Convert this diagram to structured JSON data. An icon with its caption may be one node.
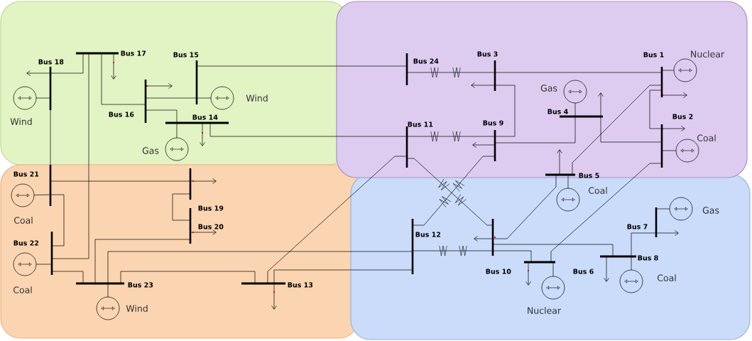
{
  "diagram": {
    "nodes": [
      {
        "text": [
          "Bus 18"
        ]
      },
      {
        "text": [
          "Bus 17"
        ]
      },
      {
        "text": [
          "Bus 15"
        ]
      },
      {
        "text": [
          "Bus 16"
        ]
      },
      {
        "text": [
          "Bus 14"
        ]
      },
      {
        "text": [
          "Bus 24"
        ]
      },
      {
        "text": [
          "Bus 3"
        ]
      },
      {
        "text": [
          "Bus 1"
        ]
      },
      {
        "text": [
          "Bus 4"
        ]
      },
      {
        "text": [
          "Bus 11"
        ]
      },
      {
        "text": [
          "Bus 9"
        ]
      },
      {
        "text": [
          "Bus 2"
        ]
      },
      {
        "text": [
          "Bus 5"
        ]
      },
      {
        "text": [
          "Bus 21"
        ]
      },
      {
        "text": [
          "Bus 19"
        ]
      },
      {
        "text": [
          "Bus 20"
        ]
      },
      {
        "text": [
          "Bus 22"
        ]
      },
      {
        "text": [
          "Bus 12"
        ]
      },
      {
        "text": [
          "Bus 7"
        ]
      },
      {
        "text": [
          "Bus 10"
        ]
      },
      {
        "text": [
          "Bus 6"
        ]
      },
      {
        "text": [
          "Bus 8"
        ]
      },
      {
        "text": [
          "Bus 23"
        ]
      },
      {
        "text": [
          "Bus 13"
        ]
      },
      {
        "text": [],
        "shape": "circle",
        "beside": [
          "Wind"
        ]
      },
      {
        "text": [],
        "shape": "circle",
        "beside": [
          "Wind"
        ]
      },
      {
        "text": [],
        "shape": "circle",
        "beside": [
          "Gas"
        ]
      },
      {
        "text": [],
        "shape": "circle",
        "beside": [
          "Nuclear"
        ]
      },
      {
        "text": [],
        "shape": "circle",
        "beside": [
          "Gas"
        ]
      },
      {
        "text": [],
        "shape": "circle",
        "beside": [
          "Coal"
        ]
      },
      {
        "text": [],
        "shape": "circle",
        "beside": [
          "Coal"
        ]
      },
      {
        "text": [],
        "shape": "circle",
        "beside": [
          "Coal"
        ]
      },
      {
        "text": [],
        "shape": "circle",
        "beside": [
          "Coal"
        ]
      },
      {
        "text": [],
        "shape": "circle",
        "beside": [
          "Gas"
        ]
      },
      {
        "text": [],
        "shape": "circle",
        "beside": [
          "Nuclear"
        ]
      },
      {
        "text": [],
        "shape": "circle",
        "beside": [
          "Coal"
        ]
      },
      {
        "text": [],
        "shape": "circle",
        "beside": [
          "Wind"
        ]
      }
    ],
    "edges": [
      {
        "from": 0,
        "to": 24,
        "arrow": "none"
      },
      {
        "from": 2,
        "to": 25,
        "arrow": "none"
      },
      {
        "from": 4,
        "to": 26,
        "arrow": "none"
      },
      {
        "from": 7,
        "to": 27,
        "arrow": "none"
      },
      {
        "from": 8,
        "to": 28,
        "arrow": "none"
      },
      {
        "from": 11,
        "to": 29,
        "arrow": "none"
      },
      {
        "from": 12,
        "to": 30,
        "arrow": "none"
      },
      {
        "from": 13,
        "to": 31,
        "arrow": "none"
      },
      {
        "from": 16,
        "to": 32,
        "arrow": "none"
      },
      {
        "from": 18,
        "to": 33,
        "arrow": "none"
      },
      {
        "from": 20,
        "to": 34,
        "arrow": "none"
      },
      {
        "from": 21,
        "to": 35,
        "arrow": "none"
      },
      {
        "from": 22,
        "to": 36,
        "arrow": "none"
      },
      {
        "from": 0,
        "to": 1,
        "arrow": "none"
      },
      {
        "from": 0,
        "to": 13,
        "arrow": "none"
      },
      {
        "from": 1,
        "to": 3,
        "arrow": "none"
      },
      {
        "from": 1,
        "to": 16,
        "arrow": "none"
      },
      {
        "from": 3,
        "to": 2,
        "arrow": "none"
      },
      {
        "from": 3,
        "to": 4,
        "arrow": "none"
      },
      {
        "from": 2,
        "to": 5,
        "arrow": "none"
      },
      {
        "from": 4,
        "to": 9,
        "arrow": "none"
      },
      {
        "from": 5,
        "to": 6,
        "arrow": "none"
      },
      {
        "from": 6,
        "to": 7,
        "arrow": "none"
      },
      {
        "from": 6,
        "to": 10,
        "arrow": "none"
      },
      {
        "from": 9,
        "to": 10,
        "arrow": "none"
      },
      {
        "from": 10,
        "to": 8,
        "arrow": "none"
      },
      {
        "from": 8,
        "to": 11,
        "arrow": "none"
      },
      {
        "from": 7,
        "to": 11,
        "arrow": "none"
      },
      {
        "from": 7,
        "to": 12,
        "arrow": "none"
      },
      {
        "from": 11,
        "to": 20,
        "arrow": "none"
      },
      {
        "from": 9,
        "to": 23,
        "arrow": "none"
      },
      {
        "from": 9,
        "to": 19,
        "arrow": "none"
      },
      {
        "from": 10,
        "to": 17,
        "arrow": "none"
      },
      {
        "from": 13,
        "to": 14,
        "arrow": "none"
      },
      {
        "from": 13,
        "to": 16,
        "arrow": "none"
      },
      {
        "from": 14,
        "to": 15,
        "arrow": "none"
      },
      {
        "from": 15,
        "to": 22,
        "arrow": "none"
      },
      {
        "from": 16,
        "to": 22,
        "arrow": "none"
      },
      {
        "from": 22,
        "to": 17,
        "arrow": "none"
      },
      {
        "from": 22,
        "to": 23,
        "arrow": "none"
      },
      {
        "from": 23,
        "to": 17,
        "arrow": "none"
      },
      {
        "from": 17,
        "to": 19,
        "arrow": "none"
      },
      {
        "from": 12,
        "to": 19,
        "arrow": "none"
      },
      {
        "from": 19,
        "to": 20,
        "arrow": "none"
      },
      {
        "from": 19,
        "to": 21,
        "arrow": "none"
      },
      {
        "from": 21,
        "to": 18,
        "arrow": "none"
      },
      {
        "from": 0,
        "to": null,
        "arrow": "to"
      },
      {
        "from": 1,
        "to": null,
        "arrow": "to"
      },
      {
        "from": 3,
        "to": null,
        "arrow": "to"
      },
      {
        "from": 4,
        "to": null,
        "arrow": "to"
      },
      {
        "from": 6,
        "to": null,
        "arrow": "to"
      },
      {
        "from": 10,
        "to": null,
        "arrow": "to"
      },
      {
        "from": 8,
        "to": null,
        "arrow": "to"
      },
      {
        "from": 7,
        "to": null,
        "arrow": "to"
      },
      {
        "from": 11,
        "to": null,
        "arrow": "to"
      },
      {
        "from": 12,
        "to": null,
        "arrow": "to"
      },
      {
        "from": 14,
        "to": null,
        "arrow": "to"
      },
      {
        "from": 15,
        "to": null,
        "arrow": "to"
      },
      {
        "from": 23,
        "to": null,
        "arrow": "to"
      },
      {
        "from": 19,
        "to": null,
        "arrow": "to"
      },
      {
        "from": 20,
        "to": null,
        "arrow": "to"
      },
      {
        "from": 21,
        "to": null,
        "arrow": "to"
      },
      {
        "from": 18,
        "to": null,
        "arrow": "to"
      }
    ]
  }
}
